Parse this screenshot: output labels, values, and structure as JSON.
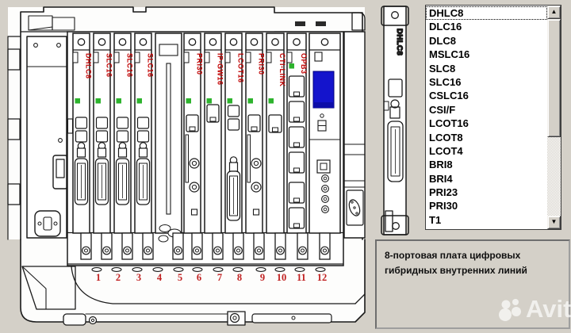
{
  "window": {
    "background": "#d4d0c8"
  },
  "chassis": {
    "slots": [
      {
        "number": "1",
        "label": "DHLC8",
        "type": "ext"
      },
      {
        "number": "2",
        "label": "SLC16",
        "type": "ext"
      },
      {
        "number": "3",
        "label": "SLC16",
        "type": "ext"
      },
      {
        "number": "4",
        "label": "SLC16",
        "type": "ext"
      },
      {
        "number": "5",
        "label": "",
        "type": "blank"
      },
      {
        "number": "6",
        "label": "PRI30",
        "type": "pri"
      },
      {
        "number": "7",
        "label": "IP-GW16",
        "type": "ipgw"
      },
      {
        "number": "8",
        "label": "LCOT16",
        "type": "ext2"
      },
      {
        "number": "9",
        "label": "PRI30",
        "type": "pri"
      },
      {
        "number": "10",
        "label": "CTI-LINK",
        "type": "cti"
      },
      {
        "number": "11",
        "label": "OPB3",
        "type": "opb"
      },
      {
        "number": "12",
        "label": "",
        "type": "cpu"
      }
    ],
    "colors": {
      "label": "#c00000",
      "led": "#2db32d",
      "usb": "#1414cc",
      "slot_number": "#c02020"
    }
  },
  "side_card": {
    "label": "DHLC8"
  },
  "card_list": {
    "items": [
      "DHLC8",
      "DLC16",
      "DLC8",
      "MSLC16",
      "SLC8",
      "SLC16",
      "CSLC16",
      "CSI/F",
      "LCOT16",
      "LCOT8",
      "LCOT4",
      "BRI8",
      "BRI4",
      "PRI23",
      "PRI30",
      "T1"
    ],
    "selected": "DHLC8",
    "scrollbar": {
      "up_icon": "▲",
      "down_icon": "▼"
    }
  },
  "description": {
    "text": "8-портовая плата цифровых гибридных внутренних линий"
  },
  "watermark": {
    "text": "Avito"
  }
}
